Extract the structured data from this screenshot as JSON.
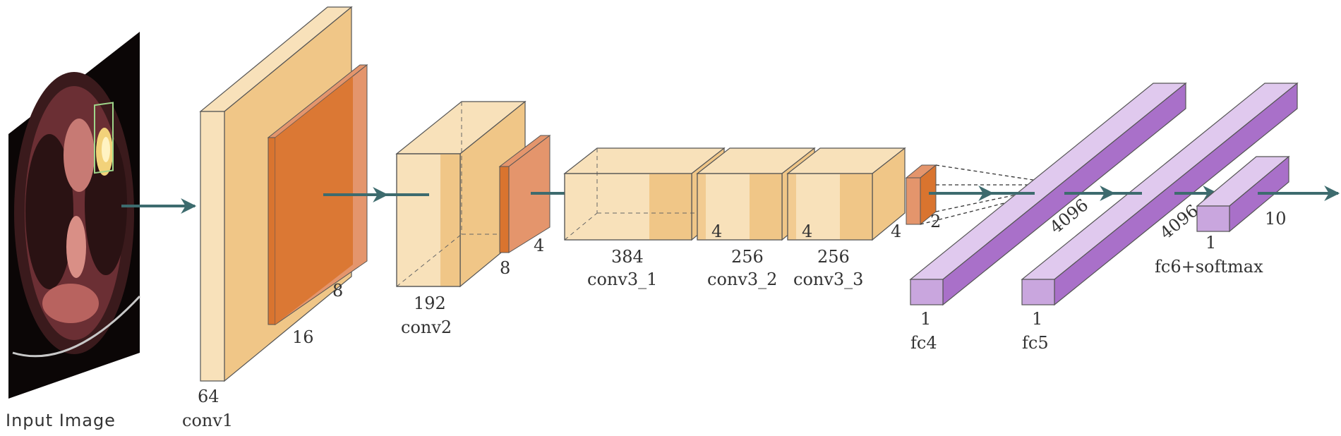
{
  "input_label": "Input Image",
  "layers": {
    "conv1": {
      "name": "conv1",
      "depth": "64",
      "feat_width": "16",
      "feat_depth": "8"
    },
    "conv2": {
      "name": "conv2",
      "depth": "192",
      "pool_width": "8",
      "pool_depth": "4"
    },
    "conv3_1": {
      "name": "conv3_1",
      "depth": "384",
      "side": "4"
    },
    "conv3_2": {
      "name": "conv3_2",
      "depth": "256",
      "side": "4"
    },
    "conv3_3": {
      "name": "conv3_3",
      "depth": "256",
      "side": "4"
    },
    "pool3": {
      "size": "2"
    },
    "fc4": {
      "name": "fc4",
      "depth": "1",
      "length": "4096"
    },
    "fc5": {
      "name": "fc5",
      "depth": "1",
      "length": "4096"
    },
    "fc6": {
      "name": "fc6+softmax",
      "depth": "1",
      "length": "10"
    }
  },
  "colors": {
    "conv_light": "#f8e1ba",
    "conv_mid": "#f0c687",
    "conv_dark": "#e6ac60",
    "pool_front": "#d9742f",
    "pool_side": "#e4956c",
    "fc_front": "#c9a6de",
    "fc_top": "#e0c9ee",
    "fc_side": "#a970c9",
    "arrow": "#3d6b6e",
    "edge": "#555555"
  }
}
